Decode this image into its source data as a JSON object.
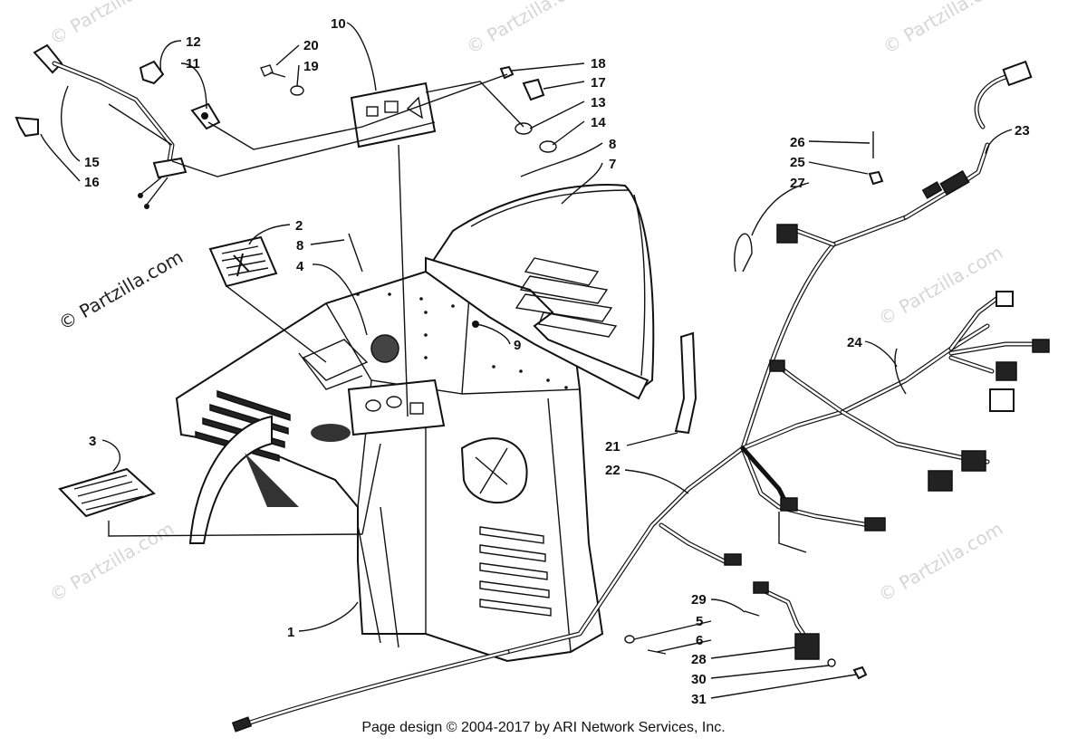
{
  "watermark": {
    "text": "© Partzilla.com"
  },
  "footer": {
    "copyright": "Page design © 2004-2017 by ARI Network Services, Inc."
  },
  "callouts": [
    "1",
    "2",
    "3",
    "4",
    "5",
    "6",
    "7",
    "8",
    "8",
    "9",
    "10",
    "11",
    "12",
    "13",
    "14",
    "15",
    "16",
    "17",
    "18",
    "19",
    "20",
    "21",
    "22",
    "23",
    "24",
    "25",
    "26",
    "27",
    "28",
    "29",
    "30",
    "31"
  ]
}
